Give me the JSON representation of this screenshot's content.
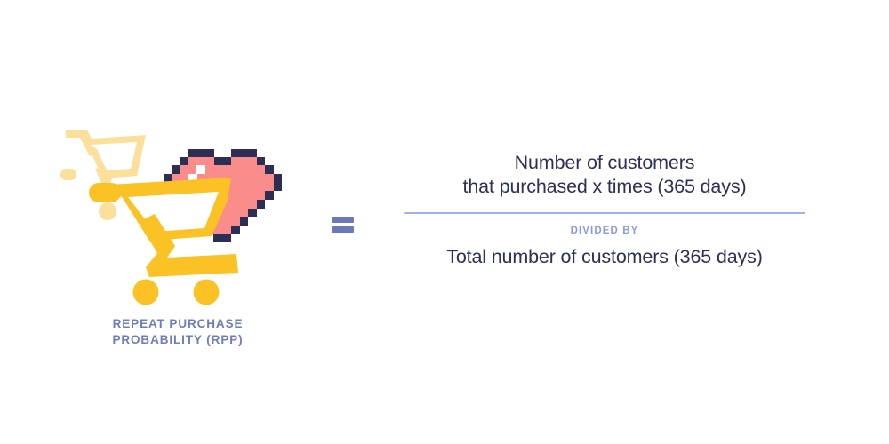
{
  "illustration": {
    "cart_icon_name": "shopping-cart-with-heart-icon",
    "ghost_cart_name": "faded-shopping-cart-icon",
    "heart_icon_name": "pixel-heart-icon",
    "caption_line1": "REPEAT PURCHASE",
    "caption_line2": "PROBABILITY (RPP)"
  },
  "operator": {
    "equals_label": "="
  },
  "formula": {
    "numerator_line1": "Number of customers",
    "numerator_line2": "that purchased x times (365 days)",
    "divider_label": "DIVIDED BY",
    "denominator": "Total number of customers (365 days)"
  },
  "colors": {
    "background": "#ffffff",
    "cart_yellow": "#fbc226",
    "cart_pale_yellow": "#fbe09b",
    "heart_pink": "#fa8c8c",
    "heart_outline_navy": "#2c2e55",
    "heart_highlight": "#ffffff",
    "text_navy": "#2c3058",
    "caption_periwinkle": "#6f7cbe",
    "equals_periwinkle": "#6b78ba",
    "fraction_bar_periwinkle": "#a3aef5",
    "divided_by_periwinkle": "#8e99e0"
  }
}
